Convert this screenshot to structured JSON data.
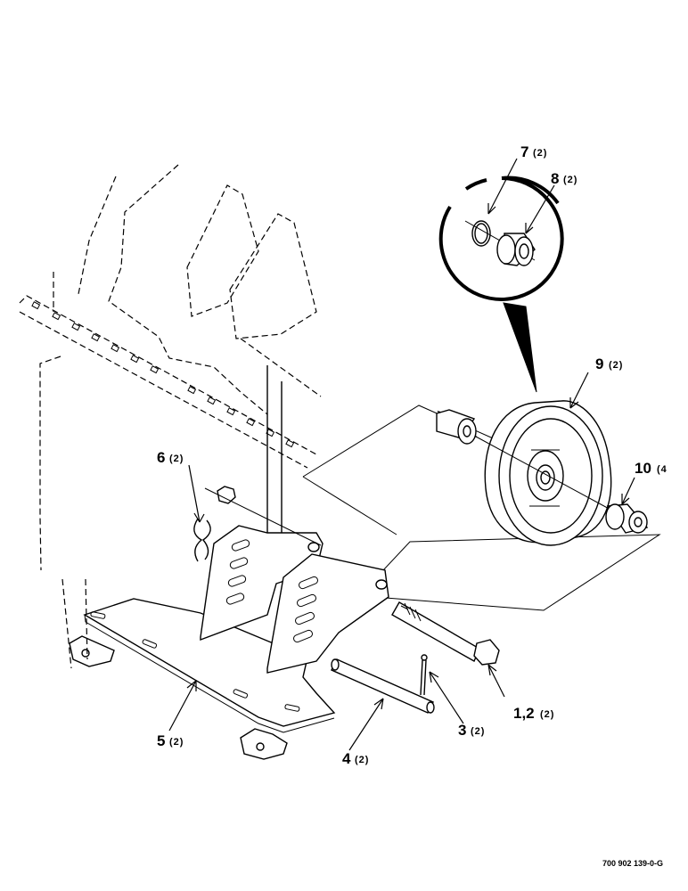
{
  "callouts": {
    "c1": {
      "number": "1,2",
      "qty": "(2)"
    },
    "c3": {
      "number": "3",
      "qty": "(2)"
    },
    "c4": {
      "number": "4",
      "qty": "(2)"
    },
    "c5": {
      "number": "5",
      "qty": "(2)"
    },
    "c6": {
      "number": "6",
      "qty": "(2)"
    },
    "c7": {
      "number": "7",
      "qty": "(2)"
    },
    "c8": {
      "number": "8",
      "qty": "(2)"
    },
    "c9": {
      "number": "9",
      "qty": "(2)"
    },
    "c10": {
      "number": "10",
      "qty": "(4"
    }
  },
  "reference_code": "700 902 139-0-G"
}
